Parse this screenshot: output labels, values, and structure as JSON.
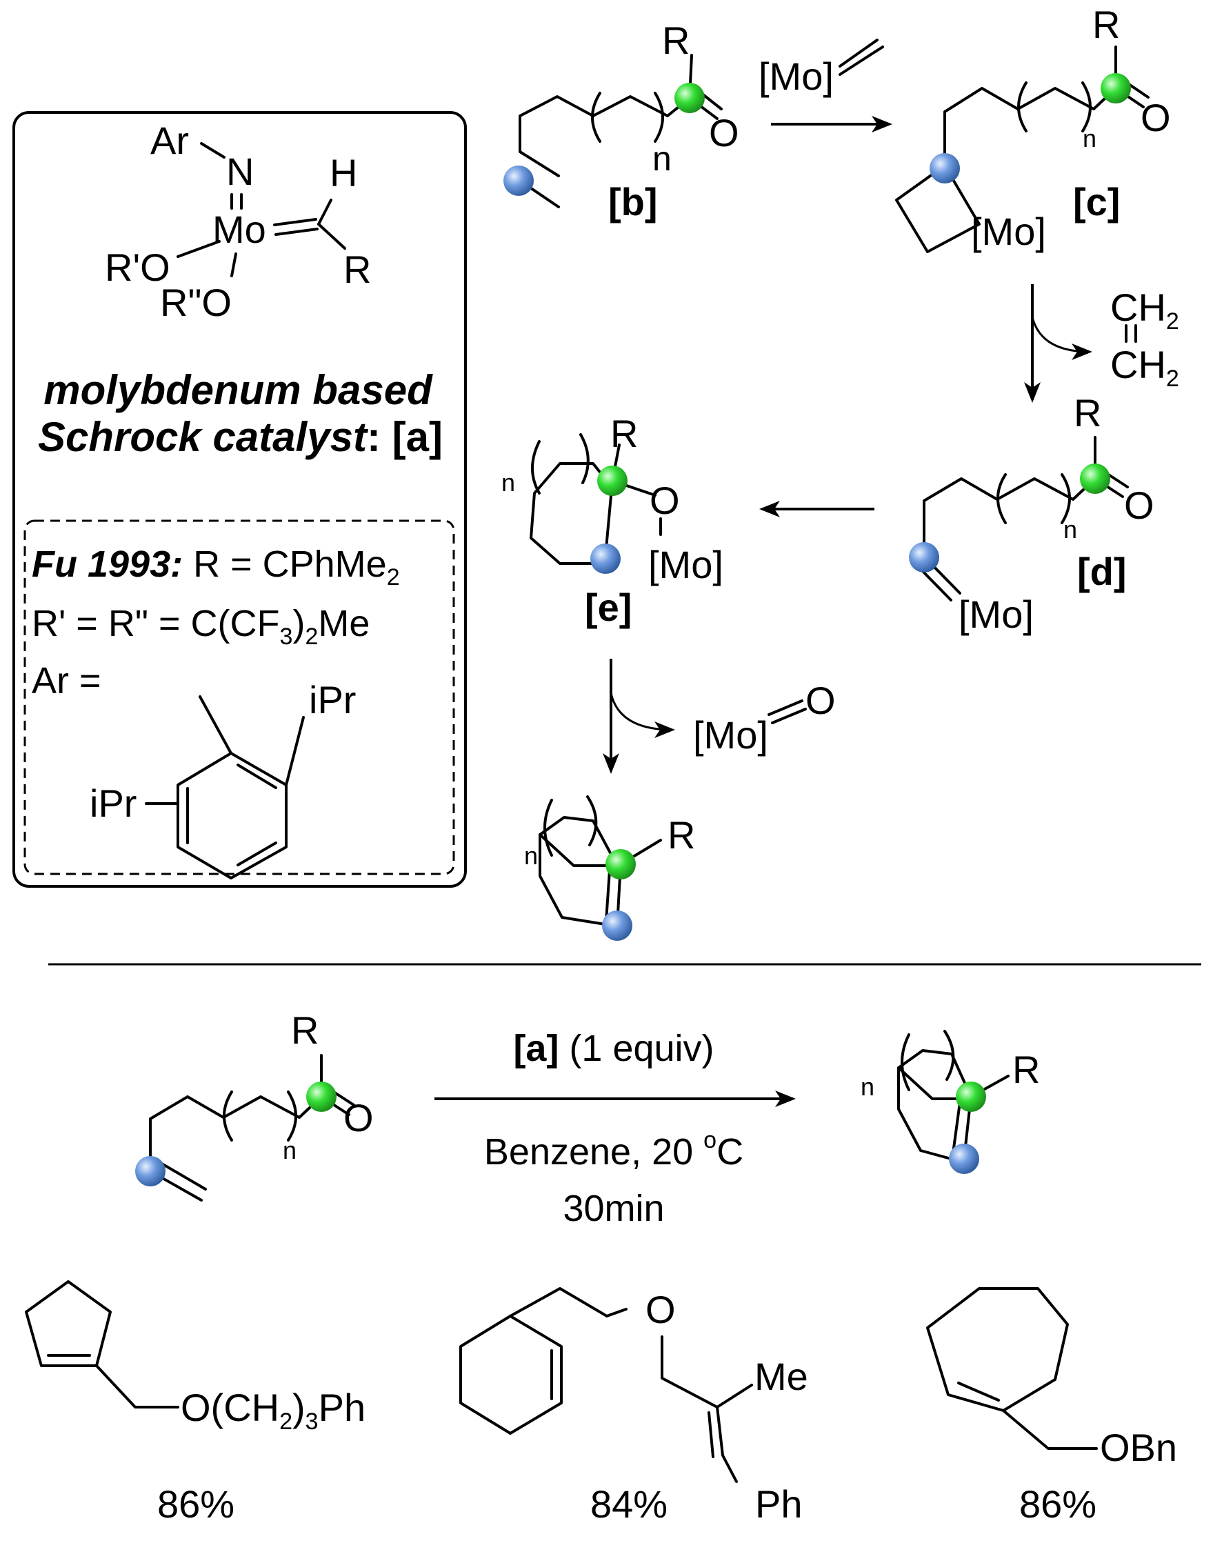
{
  "catalyst_box": {
    "ar": "Ar",
    "n": "N",
    "h": "H",
    "mo": "Mo",
    "ro1": "R'O",
    "ro2": "R\"O",
    "r": "R",
    "caption_line1": "molybdenum based",
    "caption_line2": "Schrock catalyst",
    "caption_tag": ": [a]",
    "fu_title": "Fu 1993:",
    "fu_r": " R = CPhMe",
    "fu_r_sub": "2",
    "rr_line_a": "R' = R\" = C(CF",
    "rr_line_sub1": "3",
    "rr_line_b": ")",
    "rr_line_sub2": "2",
    "rr_line_c": "Me",
    "ar_eq": "Ar =",
    "ipr_top": "iPr",
    "ipr_left": "iPr"
  },
  "mechanism": {
    "b_label": "[b]",
    "c_label": "[c]",
    "d_label": "[d]",
    "e_label": "[e]",
    "r": "R",
    "o": "O",
    "n": "n",
    "mo": "[Mo]",
    "ch2_top": "CH",
    "ch2_bottom": "CH",
    "ch2_sub": "2",
    "mo_oxo": "[Mo]",
    "oxo_o": "O"
  },
  "reaction": {
    "reagent_tag": "[a]",
    "reagent_text": " (1 equiv)",
    "solvent": "Benzene, 20 ",
    "degree": "o",
    "celsius": "C",
    "time": "30min",
    "r": "R",
    "o": "O",
    "n": "n"
  },
  "products": [
    {
      "group_a": "O(CH",
      "sub1": "2",
      "group_b": ")",
      "sub2": "3",
      "group_c": "Ph",
      "yield": "86%"
    },
    {
      "o": "O",
      "me": "Me",
      "ph": "Ph",
      "yield": "84%"
    },
    {
      "group": "OBn",
      "yield": "86%"
    }
  ],
  "colors": {
    "green_atom": "#2ecc40",
    "blue_atom": "#4a7fc1",
    "ink": "#000000"
  }
}
